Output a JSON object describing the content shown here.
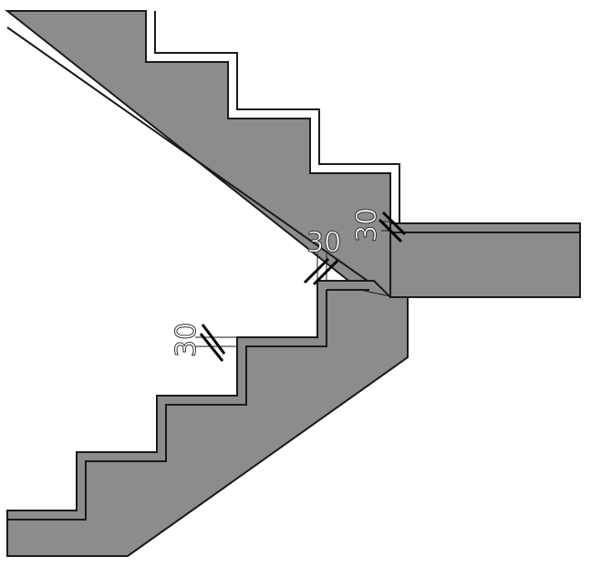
{
  "diagram": {
    "colors": {
      "concrete": "#8c8c8c",
      "outline": "#1a1a1a",
      "background": "#ffffff"
    },
    "dimensions": [
      {
        "id": "dim-upper-right",
        "text": "30"
      },
      {
        "id": "dim-landing",
        "text": "30"
      },
      {
        "id": "dim-lower-left",
        "text": "30"
      }
    ]
  }
}
